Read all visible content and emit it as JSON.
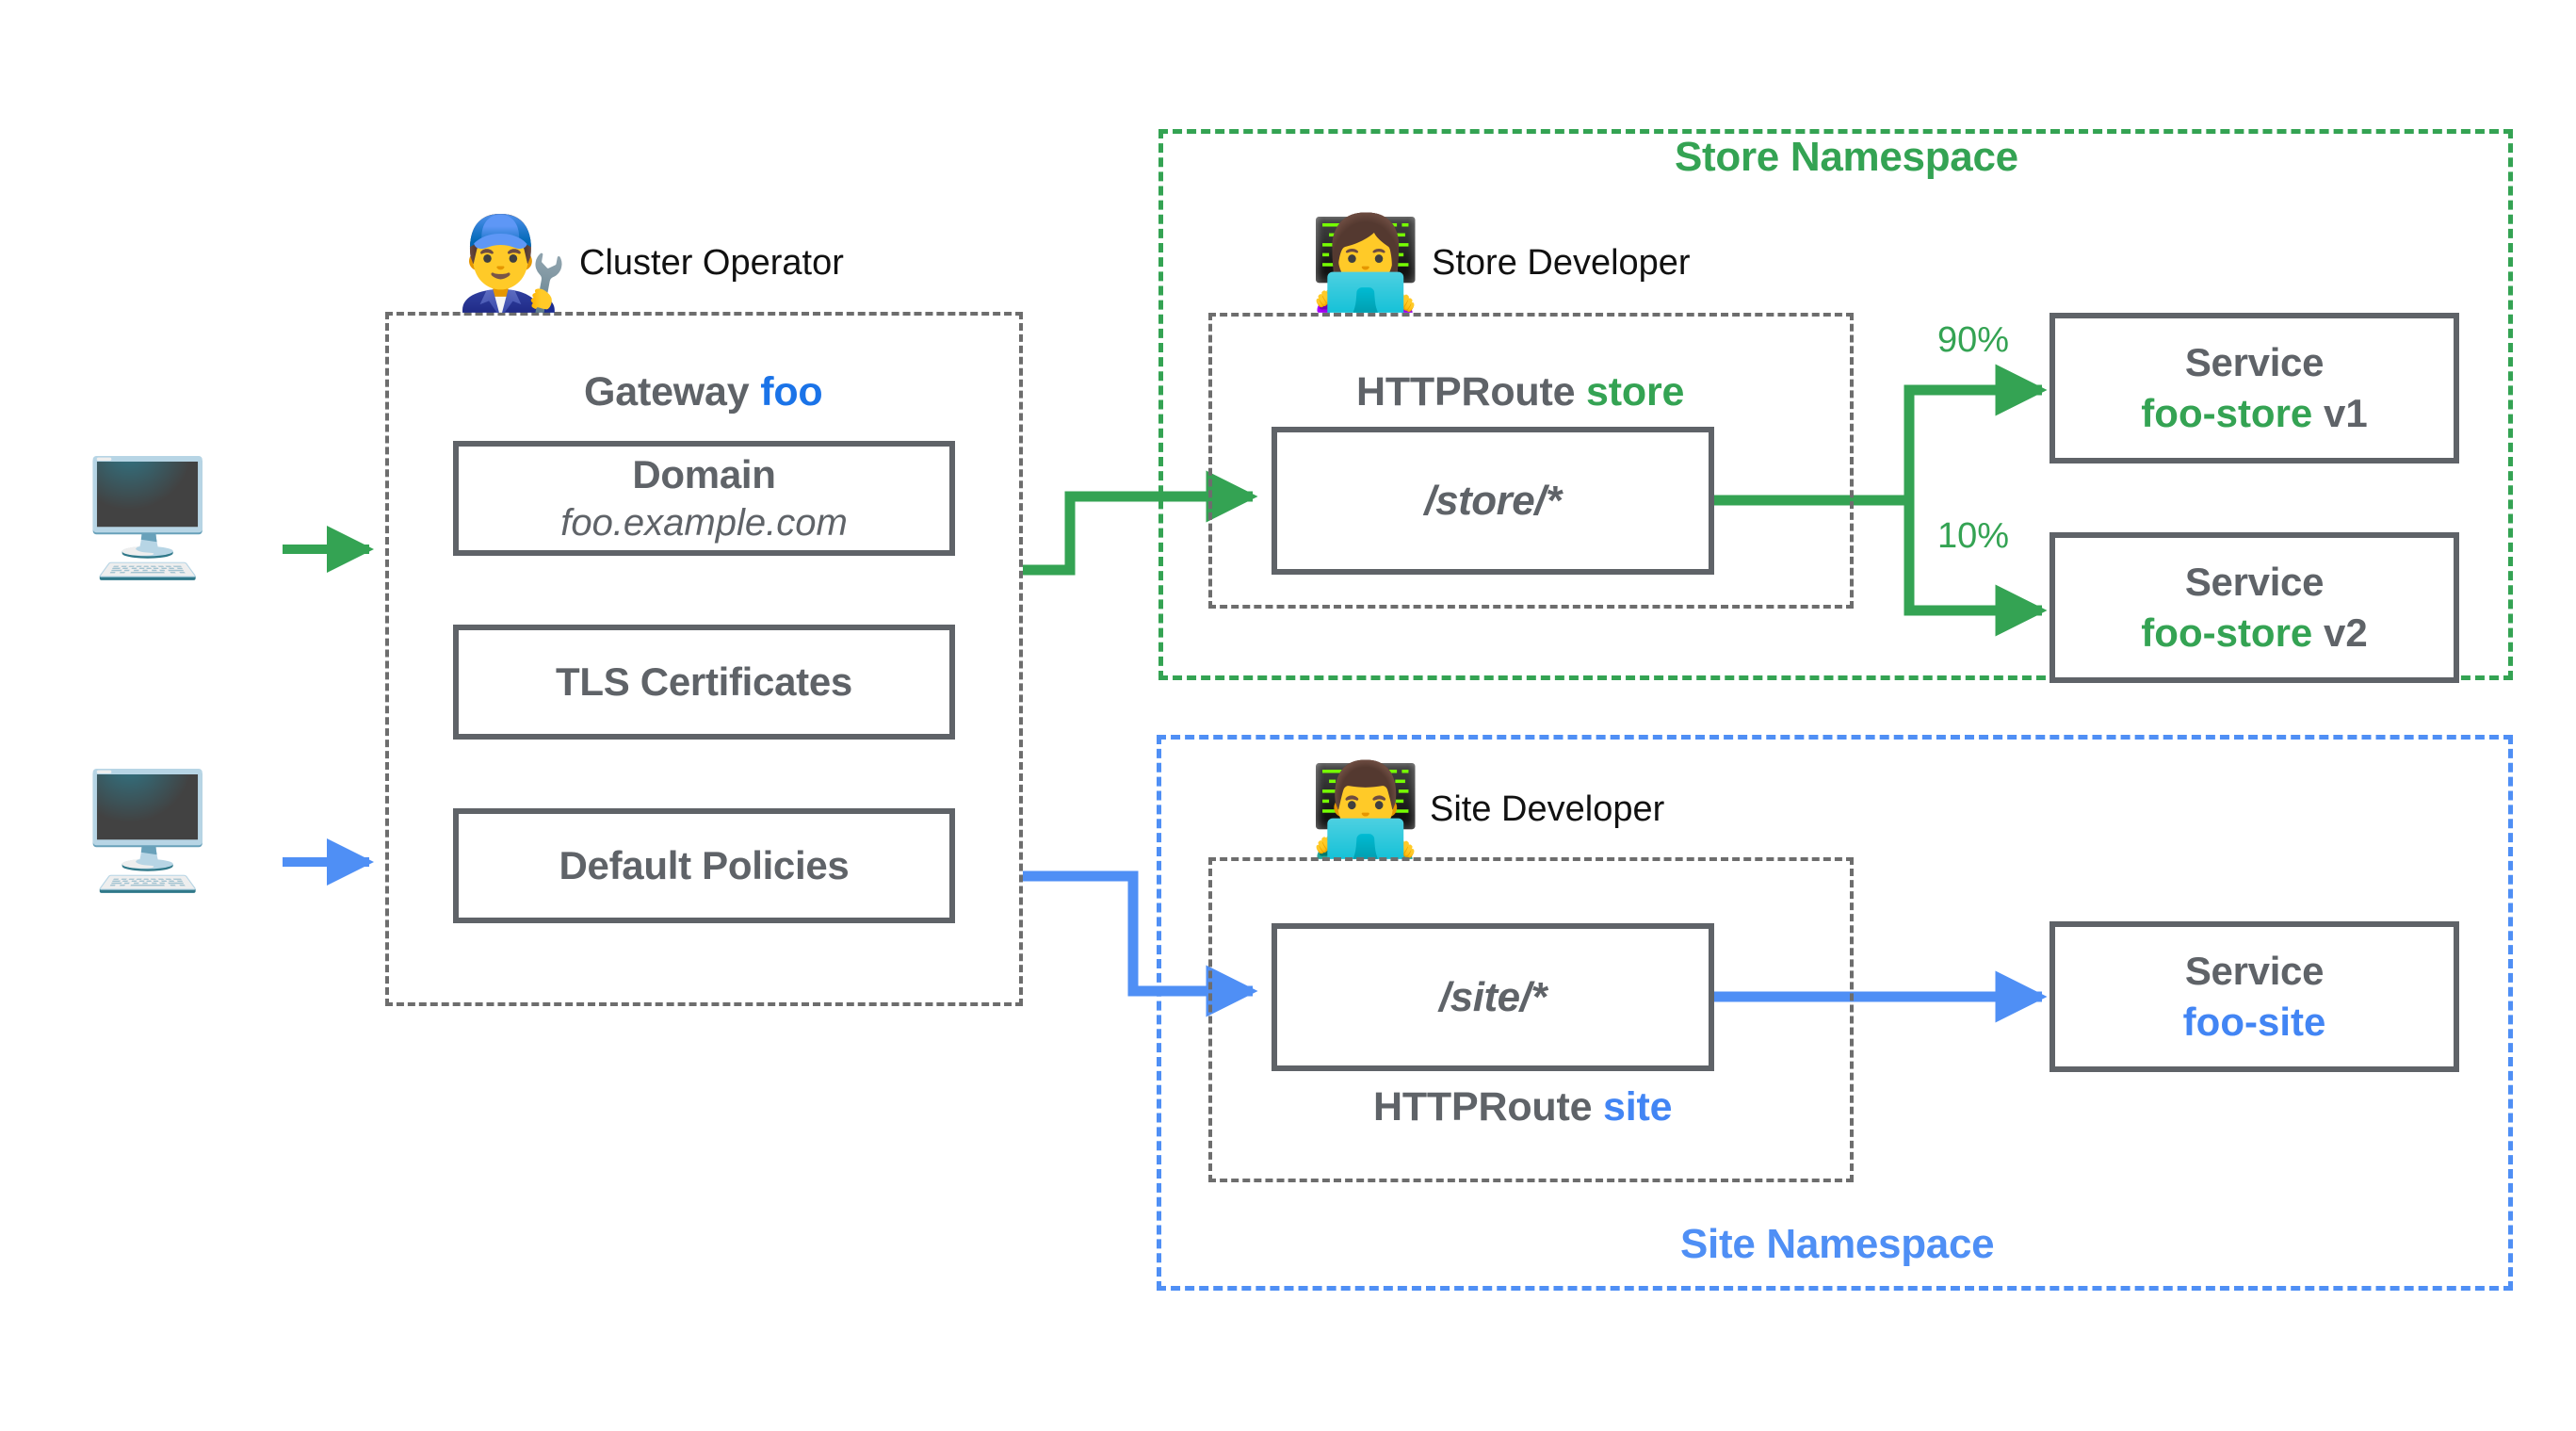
{
  "diagram": {
    "title": "Kubernetes Gateway API role-oriented diagram",
    "colors": {
      "green": "#34a353",
      "blue": "#4f8ff5",
      "link_blue": "#1a73e8",
      "gray": "#5f6368"
    }
  },
  "clients": [
    {
      "icon": "desktop-computer-icon",
      "glyph": "🖥️",
      "arrow_color": "#34a353"
    },
    {
      "icon": "desktop-computer-icon",
      "glyph": "🖥️",
      "arrow_color": "#4f8ff5"
    }
  ],
  "gateway": {
    "persona": {
      "label": "Cluster Operator",
      "icon": "man-mechanic-icon",
      "glyph": "👨‍🔧"
    },
    "title_prefix": "Gateway",
    "title_name": "foo",
    "items": [
      {
        "line1": "Domain",
        "line2": "foo.example.com",
        "line2_style": "italic"
      },
      {
        "line1": "TLS Certificates",
        "line2": "",
        "line2_style": "none"
      },
      {
        "line1": "Default Policies",
        "line2": "",
        "line2_style": "none"
      }
    ]
  },
  "store_namespace": {
    "label": "Store Namespace",
    "color": "#34a353",
    "persona": {
      "label": "Store Developer",
      "icon": "woman-technologist-icon",
      "glyph": "👩‍💻"
    },
    "route": {
      "title_prefix": "HTTPRoute",
      "title_name": "store",
      "title_position": "above",
      "path": "/store/*"
    },
    "backends": [
      {
        "weight": "90%",
        "line1": "Service",
        "name": "foo-store",
        "version": "v1"
      },
      {
        "weight": "10%",
        "line1": "Service",
        "name": "foo-store",
        "version": "v2"
      }
    ]
  },
  "site_namespace": {
    "label": "Site Namespace",
    "color": "#4f8ff5",
    "persona": {
      "label": "Site Developer",
      "icon": "man-technologist-icon",
      "glyph": "👨‍💻"
    },
    "route": {
      "title_prefix": "HTTPRoute",
      "title_name": "site",
      "title_position": "below",
      "path": "/site/*"
    },
    "backends": [
      {
        "weight": "",
        "line1": "Service",
        "name": "foo-site",
        "version": ""
      }
    ]
  }
}
